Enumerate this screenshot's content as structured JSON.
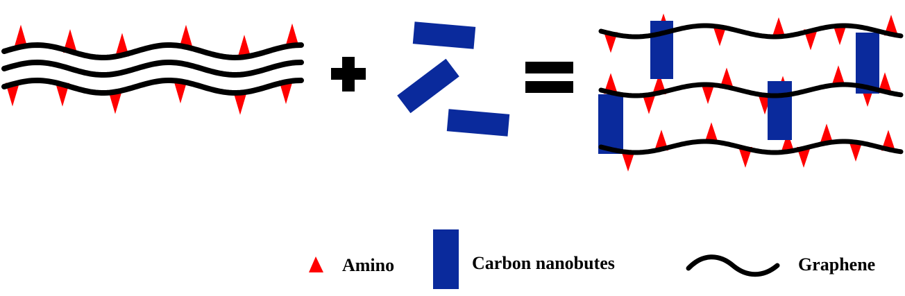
{
  "colors": {
    "amino": "#ff0000",
    "nanotube": "#0a2a9c",
    "graphene": "#000000",
    "operator": "#000000",
    "background": "#ffffff"
  },
  "diagram": {
    "left_panel": "stacked-amino-graphene-sheets",
    "middle_panel": "carbon-nanotube-rods",
    "right_panel": "nanotube-pillared-graphene-network",
    "operators": [
      "plus-icon",
      "equals-icon"
    ]
  },
  "legend": {
    "amino_label": "Amino",
    "nanotube_label": "Carbon nanobutes",
    "graphene_label": "Graphene"
  }
}
